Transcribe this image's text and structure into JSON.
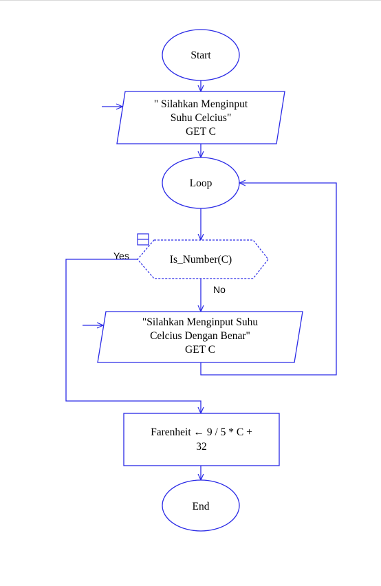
{
  "flowchart": {
    "start": "Start",
    "input1": {
      "line1": "\" Silahkan Menginput",
      "line2": "Suhu Celcius\"",
      "line3": "GET C"
    },
    "loop": "Loop",
    "condition": "Is_Number(C)",
    "yes_label": "Yes",
    "no_label": "No",
    "input2": {
      "line1": "\"Silahkan Menginput Suhu",
      "line2": "Celcius Dengan Benar\"",
      "line3": "GET C"
    },
    "assign": {
      "line1": "Farenheit ← 9 / 5 * C +",
      "line2": "32"
    },
    "end": "End"
  },
  "colors": {
    "stroke": "#2a2ae6",
    "text": "#000000"
  }
}
